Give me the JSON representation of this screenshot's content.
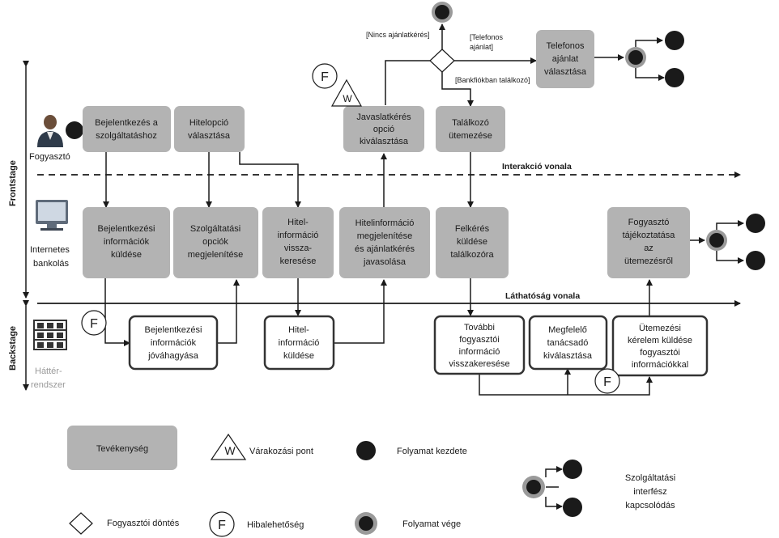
{
  "lanes": {
    "frontstage": "Frontstage",
    "backstage": "Backstage"
  },
  "actors": {
    "customer": "Fogyasztó",
    "internet_banking": [
      "Internetes",
      "bankolás"
    ],
    "backend": [
      "Háttér-",
      "rendszer"
    ]
  },
  "lines": {
    "interaction": "Interakció vonala",
    "visibility": "Láthatóság vonala"
  },
  "activities": {
    "login": [
      "Bejelentkezés a",
      "szolgáltatáshoz"
    ],
    "loan_option": [
      "Hitelopció",
      "választása"
    ],
    "offer_request": [
      "Javaslatkérés",
      "opció",
      "kiválasztása"
    ],
    "meeting_schedule": [
      "Találkozó",
      "ütemezése"
    ],
    "phone_offer": [
      "Telefonos",
      "ajánlat",
      "választása"
    ],
    "send_login_info": [
      "Bejelentkezési",
      "információk",
      "küldése"
    ],
    "service_options": [
      "Szolgáltatási",
      "opciók",
      "megjelenítése"
    ],
    "loan_info_search": [
      "Hitel-",
      "információ",
      "vissza-",
      "keresése"
    ],
    "loan_info_display": [
      "Hitelinformáció",
      "megjelenítése",
      "és ajánlatkérés",
      "javasolása"
    ],
    "meeting_request": [
      "Felkérés",
      "küldése",
      "találkozóra"
    ],
    "customer_notify": [
      "Fogyasztó",
      "tájékoztatása",
      "az",
      "ütemezésről"
    ],
    "login_approval": [
      "Bejelentkezési",
      "információk",
      "jóváhagyása"
    ],
    "loan_info_send": [
      "Hitel-",
      "információ",
      "küldése"
    ],
    "further_info": [
      "További",
      "fogyasztói",
      "információ",
      "visszakeresése"
    ],
    "advisor_select": [
      "Megfelelő",
      "tanácsadó",
      "kiválasztása"
    ],
    "schedule_request": [
      "Ütemezési",
      "kérelem küldése",
      "fogyasztói",
      "információkkal"
    ]
  },
  "decisions": {
    "no_offer": "[Nincs  ajánlatkérés]",
    "phone_offer": [
      "[Telefonos",
      "ajánlat]"
    ],
    "branch_meeting": "[Bankfiókban találkozó]"
  },
  "markers": {
    "fail": "F",
    "wait": "W"
  },
  "legend": {
    "activity": "Tevékenység",
    "wait_point": "Várakozási pont",
    "process_start": "Folyamat kezdete",
    "service_interface": [
      "Szolgáltatási",
      "interfész",
      "kapcsolódás"
    ],
    "customer_decision": "Fogyasztói döntés",
    "fail_point": "Hibalehetőség",
    "process_end": "Folyamat vége"
  },
  "colors": {
    "activity_fill": "#b3b3b3",
    "backstage_fill": "#ffffff",
    "line": "#1a1a1a"
  }
}
